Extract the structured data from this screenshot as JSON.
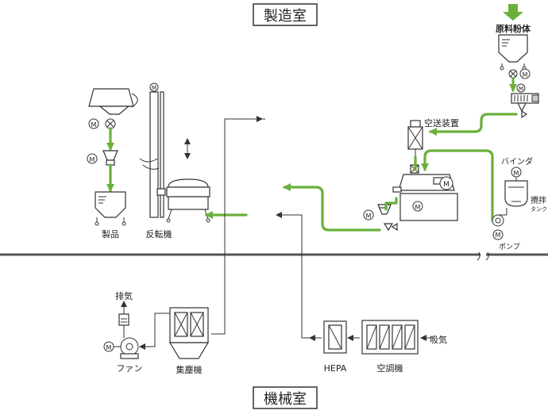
{
  "rooms": {
    "upper": "製造室",
    "lower": "機械室"
  },
  "labels": {
    "raw_material": "原料粉体",
    "conveyor": "空送装置",
    "binder": "バインダ",
    "stir_tank_1": "攪拌",
    "stir_tank_2": "タンク",
    "pump": "ポンプ",
    "product": "製品",
    "inverter": "反転機",
    "exhaust": "排気",
    "fan": "ファン",
    "dust_collector": "集塵機",
    "hepa": "HEPA",
    "air_conditioner": "空調機",
    "intake": "吸気",
    "motor": "M"
  },
  "colors": {
    "flow_green": "#6ab03a",
    "line": "#333333",
    "floor": "#555555"
  }
}
